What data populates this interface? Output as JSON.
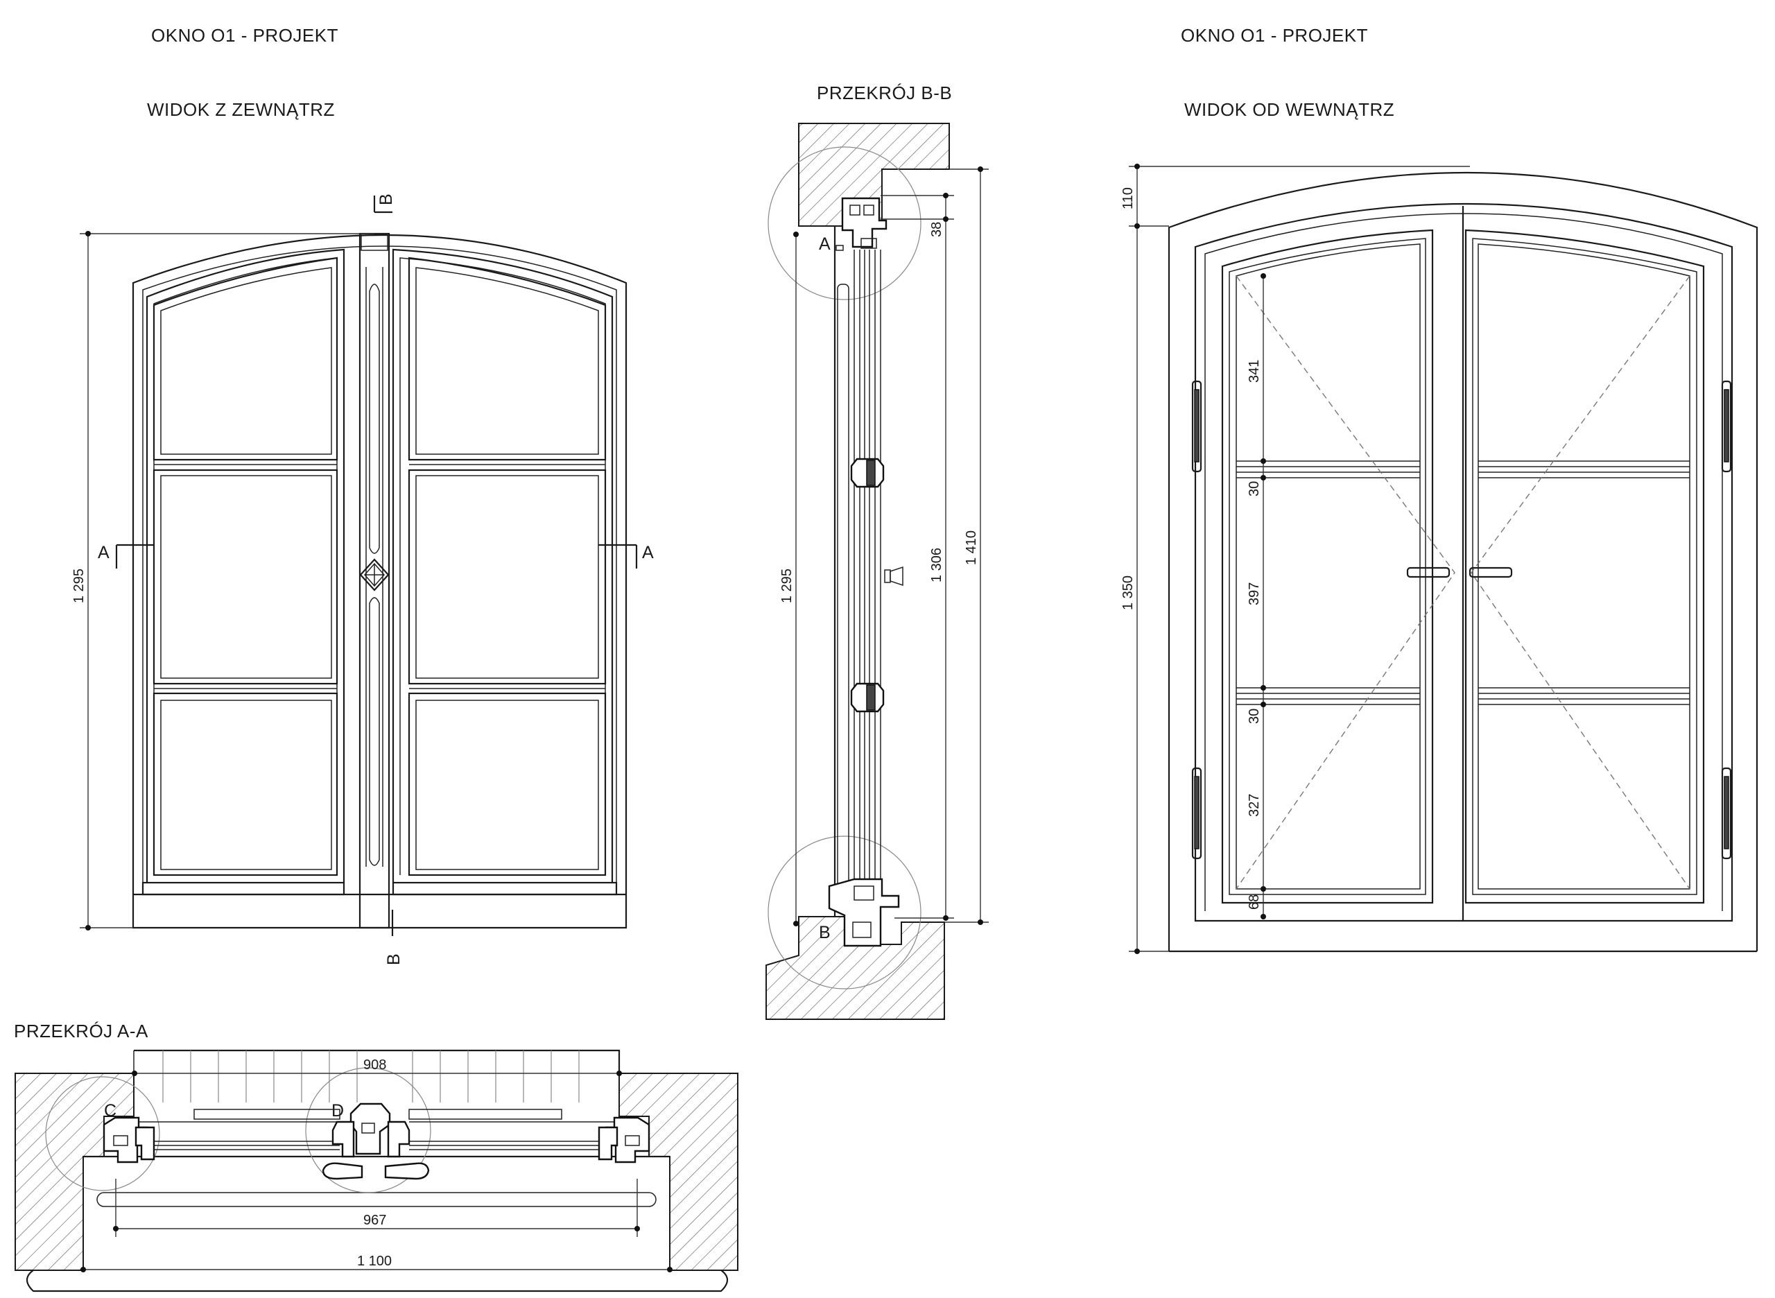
{
  "sheet": {
    "left_heading": "OKNO O1 - PROJEKT",
    "right_heading": "OKNO O1 - PROJEKT"
  },
  "views": {
    "exterior": {
      "title": "WIDOK Z ZEWNĄTRZ",
      "height_dim": "1 295",
      "section_a_left": "A",
      "section_a_right": "A",
      "section_b_top": "B",
      "section_b_bottom": "B"
    },
    "section_bb": {
      "title": "PRZEKRÓJ B-B",
      "marker_a": "A",
      "marker_b": "B",
      "dim_38": "38",
      "dim_1295": "1 295",
      "dim_1306": "1 306",
      "dim_1410": "1 410"
    },
    "interior": {
      "title": "WIDOK OD WEWNĄTRZ",
      "dim_110": "110",
      "dim_1350": "1 350",
      "dim_341": "341",
      "dim_30_upper": "30",
      "dim_397": "397",
      "dim_30_lower": "30",
      "dim_327": "327",
      "dim_68": "68"
    },
    "section_aa": {
      "title": "PRZEKRÓJ A-A",
      "marker_c": "C",
      "marker_d": "D",
      "dim_908": "908",
      "dim_967": "967",
      "dim_1100": "1 100"
    }
  },
  "colors": {
    "line": "#1a1a1a",
    "background": "#ffffff",
    "construction": "#888888"
  }
}
